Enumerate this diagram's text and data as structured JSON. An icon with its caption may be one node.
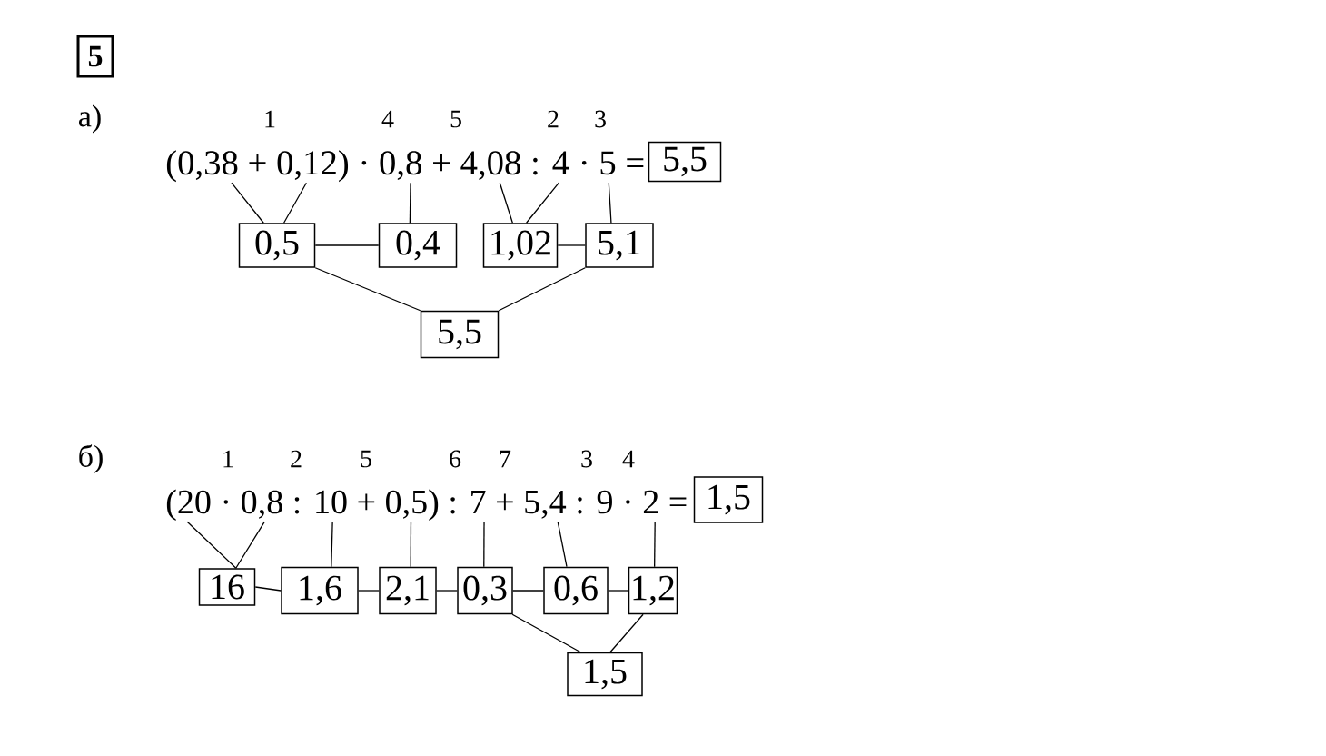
{
  "diagram": {
    "nodes": [
      {
        "text": [
          "5"
        ]
      },
      {
        "text": [
          "(0,38 + 0,12) · 0,8 + 4,08 : 4 · 5 ="
        ]
      },
      {
        "text": [
          "5,5"
        ]
      },
      {
        "text": [
          "0,5"
        ]
      },
      {
        "text": [
          "0,4"
        ]
      },
      {
        "text": [
          "1,02"
        ]
      },
      {
        "text": [
          "5,1"
        ]
      },
      {
        "text": [
          "5,5"
        ]
      },
      {
        "text": [
          "(20 · 0,8 : 10 + 0,5) : 7 + 5,4 : 9 · 2 ="
        ]
      },
      {
        "text": [
          "1,5"
        ]
      },
      {
        "text": [
          "16"
        ]
      },
      {
        "text": [
          "1,6"
        ]
      },
      {
        "text": [
          "2,1"
        ]
      },
      {
        "text": [
          "0,3"
        ]
      },
      {
        "text": [
          "0,6"
        ]
      },
      {
        "text": [
          "1,2"
        ]
      },
      {
        "text": [
          "1,5"
        ]
      }
    ],
    "edges": [
      {
        "from": 1,
        "to": 3,
        "arrow": "none"
      },
      {
        "from": 1,
        "to": 3,
        "arrow": "none"
      },
      {
        "from": 1,
        "to": 4,
        "arrow": "none"
      },
      {
        "from": 1,
        "to": 5,
        "arrow": "none"
      },
      {
        "from": 1,
        "to": 5,
        "arrow": "none"
      },
      {
        "from": 1,
        "to": 6,
        "arrow": "none"
      },
      {
        "from": 3,
        "to": 4,
        "arrow": "none"
      },
      {
        "from": 5,
        "to": 6,
        "arrow": "none"
      },
      {
        "from": 3,
        "to": 7,
        "arrow": "none"
      },
      {
        "from": 6,
        "to": 7,
        "arrow": "none"
      },
      {
        "from": 8,
        "to": 10,
        "arrow": "none"
      },
      {
        "from": 8,
        "to": 10,
        "arrow": "none"
      },
      {
        "from": 8,
        "to": 11,
        "arrow": "none"
      },
      {
        "from": 8,
        "to": 12,
        "arrow": "none"
      },
      {
        "from": 8,
        "to": 13,
        "arrow": "none"
      },
      {
        "from": 8,
        "to": 14,
        "arrow": "none"
      },
      {
        "from": 8,
        "to": 15,
        "arrow": "none"
      },
      {
        "from": 10,
        "to": 11,
        "arrow": "none"
      },
      {
        "from": 11,
        "to": 12,
        "arrow": "none"
      },
      {
        "from": 12,
        "to": 13,
        "arrow": "none"
      },
      {
        "from": 13,
        "to": 14,
        "arrow": "none"
      },
      {
        "from": 14,
        "to": 15,
        "arrow": "none"
      },
      {
        "from": 13,
        "to": 16,
        "arrow": "none"
      },
      {
        "from": 15,
        "to": 16,
        "arrow": "none"
      }
    ],
    "labels": [
      "а)",
      "1",
      "4",
      "5",
      "2",
      "3",
      "б)",
      "1",
      "2",
      "5",
      "6",
      "7",
      "3",
      "4"
    ]
  }
}
